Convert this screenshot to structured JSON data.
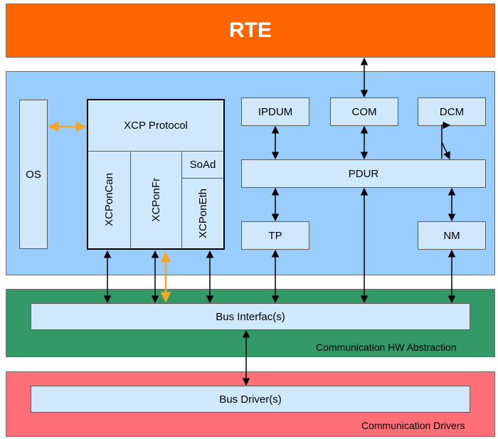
{
  "rte": {
    "label": "RTE",
    "color": "#ff6600"
  },
  "service_layer": {
    "color": "#99ccff"
  },
  "os": {
    "label": "OS"
  },
  "xcp": {
    "protocol_label": "XCP Protocol",
    "soad_label": "SoAd",
    "transports": [
      "XCPonCan",
      "XCPonFr",
      "XCPonEth"
    ]
  },
  "modules": {
    "ipdum": "IPDUM",
    "com": "COM",
    "dcm": "DCM",
    "pdur": "PDUR",
    "tp": "TP",
    "nm": "NM"
  },
  "hw_abstraction": {
    "caption": "Communication HW Abstraction",
    "bus_interface": "Bus Interfac(s)",
    "color": "#339966"
  },
  "drivers": {
    "caption": "Communication Drivers",
    "bus_driver": "Bus Driver(s)",
    "color": "#ff6f78"
  },
  "colors": {
    "module_fill": "#cfe8fb",
    "highlight_arrow": "#f5a623"
  }
}
